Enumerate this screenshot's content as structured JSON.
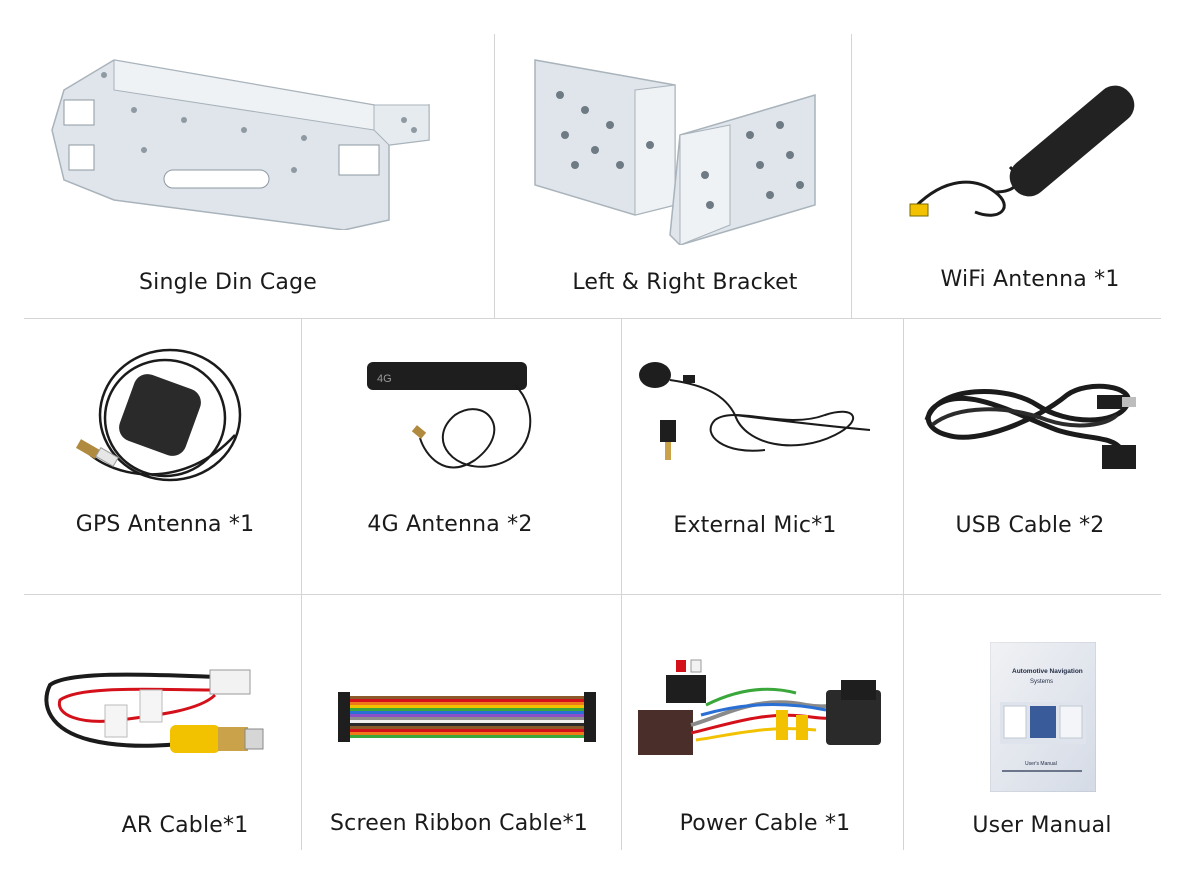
{
  "items": [
    {
      "label": "Single Din Cage"
    },
    {
      "label": "Left & Right Bracket"
    },
    {
      "label": "WiFi Antenna *1"
    },
    {
      "label": "GPS Antenna *1"
    },
    {
      "label": "4G Antenna *2"
    },
    {
      "label": "External Mic*1"
    },
    {
      "label": "USB Cable *2"
    },
    {
      "label": "AR Cable*1"
    },
    {
      "label": "Screen Ribbon Cable*1"
    },
    {
      "label": "Power Cable *1"
    },
    {
      "label": "User Manual"
    }
  ],
  "antenna_4g_mark": "4G",
  "manual": {
    "cover_title_line1": "Automotive Navigation",
    "cover_title_line2": "Systems",
    "cover_subtitle": "User's Manual"
  },
  "colors": {
    "divider": "#d4d4d4",
    "metal": "#dde3e8",
    "cable": "#1b1b1b",
    "connector_yellow": "#f2c200"
  }
}
